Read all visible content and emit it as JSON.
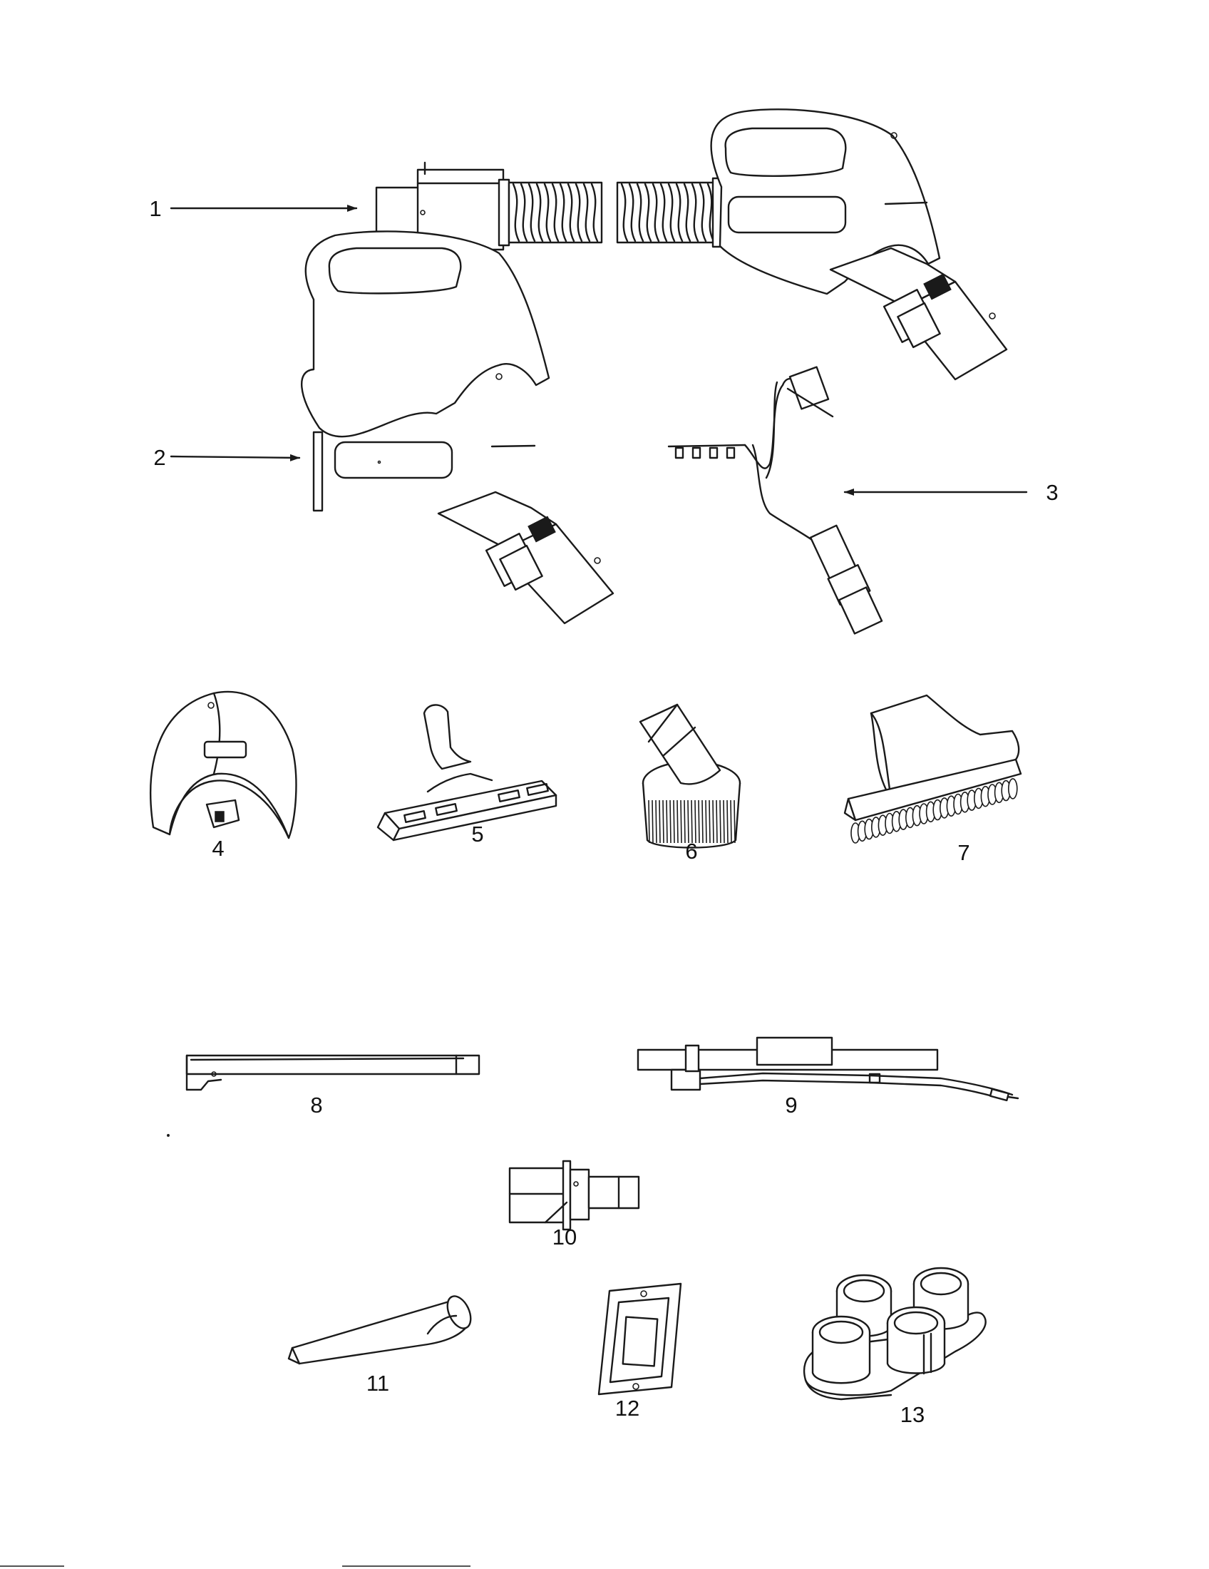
{
  "parts": [
    {
      "id": "hose-assembly",
      "label": "1"
    },
    {
      "id": "handle",
      "label": "2"
    },
    {
      "id": "wire-harness",
      "label": "3"
    },
    {
      "id": "handle-cover",
      "label": "4"
    },
    {
      "id": "floor-brush",
      "label": "5"
    },
    {
      "id": "dusting-brush",
      "label": "6"
    },
    {
      "id": "upholstery-brush",
      "label": "7"
    },
    {
      "id": "wand",
      "label": "8"
    },
    {
      "id": "electric-wand",
      "label": "9"
    },
    {
      "id": "adapter",
      "label": "10"
    },
    {
      "id": "crevice-tool",
      "label": "11"
    },
    {
      "id": "wall-plate",
      "label": "12"
    },
    {
      "id": "tool-holder",
      "label": "13"
    }
  ],
  "colors": {
    "ink": "#1a1a1a",
    "paper": "#ffffff"
  }
}
